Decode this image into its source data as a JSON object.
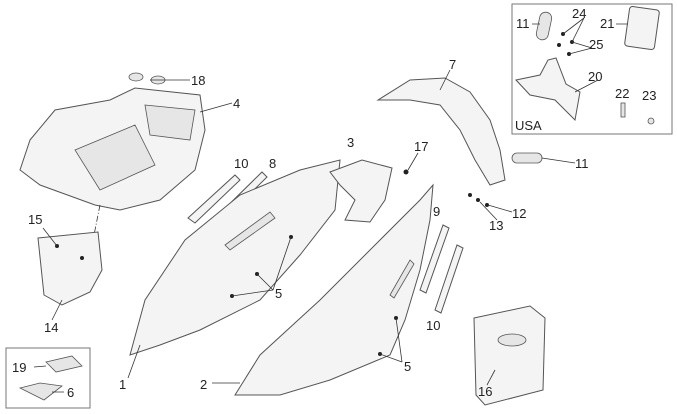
{
  "diagram": {
    "callouts": {
      "c18": "18",
      "c4": "4",
      "c7": "7",
      "c3": "3",
      "c17": "17",
      "c10a": "10",
      "c8": "8",
      "c11a": "11",
      "c12": "12",
      "c13": "13",
      "c9": "9",
      "c15": "15",
      "c5a": "5",
      "c10b": "10",
      "c14": "14",
      "c5b": "5",
      "c19": "19",
      "c6": "6",
      "c1": "1",
      "c2": "2",
      "c16": "16"
    },
    "inset_usa": {
      "region_label": "USA",
      "callouts": {
        "c11": "11",
        "c24": "24",
        "c21": "21",
        "c25": "25",
        "c20": "20",
        "c22": "22",
        "c23": "23"
      }
    }
  }
}
